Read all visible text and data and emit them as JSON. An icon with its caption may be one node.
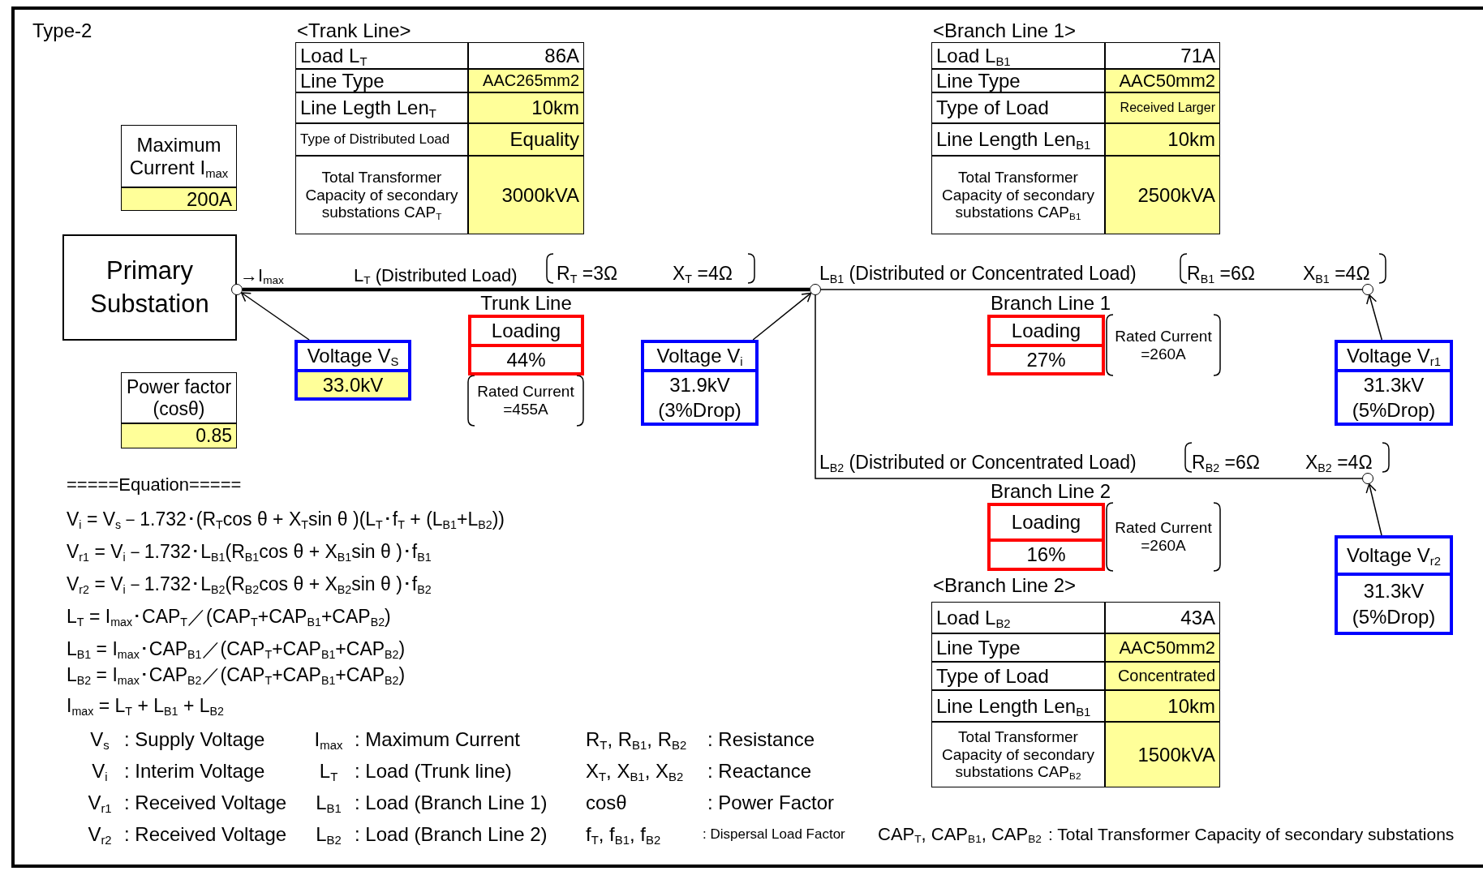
{
  "diagram": {
    "nodes": [
      {
        "text": [
          "Primary Substation"
        ]
      },
      {
        "text": [],
        "shape": "circle"
      },
      {
        "text": [],
        "shape": "circle"
      },
      {
        "text": [],
        "shape": "circle"
      },
      {
        "text": [],
        "shape": "circle"
      },
      {
        "text": [
          "Voltage V$_{S}$",
          "33.0kV"
        ]
      },
      {
        "text": [
          "Voltage V$_{i}$",
          "31.9kV (3%Drop)"
        ]
      },
      {
        "text": [
          "Voltage V$_{r1}$",
          "31.3kV (5%Drop)"
        ]
      },
      {
        "text": [
          "Voltage V$_{r2}$",
          "31.3kV (5%Drop)"
        ]
      },
      {
        "text": [
          "Loading",
          "44%"
        ]
      },
      {
        "text": [
          "Loading",
          "27%"
        ]
      },
      {
        "text": [
          "Loading",
          "16%"
        ]
      }
    ],
    "edges": [
      {
        "from": 1,
        "to": 2,
        "arrow": "none",
        "style": "thick"
      },
      {
        "from": 2,
        "to": 3,
        "arrow": "none"
      },
      {
        "from": 2,
        "to": 4,
        "arrow": "none"
      },
      {
        "from": 5,
        "to": 1,
        "arrow": "to"
      },
      {
        "from": 6,
        "to": 2,
        "arrow": "to"
      },
      {
        "from": 7,
        "to": 3,
        "arrow": "to"
      },
      {
        "from": 8,
        "to": 4,
        "arrow": "to"
      }
    ],
    "labels": [
      "Type-2",
      "<Trank Line>",
      "Load L$_{T}$",
      "86A",
      "Line Type",
      "AAC265mm2",
      "Line Legth Len$_{T}$",
      "10km",
      "Type of Distributed Load",
      "Equality",
      "Total Transformer Capacity of secondary substations CAP$_{T}$",
      "3000kVA",
      "<Branch Line 1>",
      "Load L$_{B1}$",
      "71A",
      "Line Type",
      "AAC50mm2",
      "Type of Load",
      "Received Larger",
      "Line Length Len$_{B1}$",
      "10km",
      "Total Transformer Capacity of secondary substations CAP$_{B1}$",
      "2500kVA",
      "Maximum Current I$_{max}$",
      "200A",
      "→I$_{max}$",
      "L$_{T}$ (Distributed Load)",
      "R$_{T}$ =3Ω",
      "X$_{T}$ =4Ω",
      "L$_{B1}$ (Distributed or Concentrated Load)",
      "R$_{B1}$ =6Ω",
      "X$_{B1}$ =4Ω",
      "Trunk Line",
      "Branch Line 1",
      "Rated Current =260A",
      "Rated Current =455A",
      "Power factor (cosθ)",
      "0.85",
      "L$_{B2}$ (Distributed or Concentrated Load)",
      "R$_{B2}$ =6Ω",
      "X$_{B2}$ =4Ω",
      "Branch Line 2",
      "Rated Current =260A",
      "<Branch Line 2>",
      "Load L$_{B2}$",
      "43A",
      "Line Type",
      "AAC50mm2",
      "Type of Load",
      "Concentrated",
      "Line Length Len$_{B1}$",
      "10km",
      "Total Transformer Capacity of secondary substations CAP$_{B2}$",
      "1500kVA",
      "=====Equation=====",
      "V$_{i}$ = V$_{s}$－1.732･(R$_{T}$cos θ  + X$_{T}$sin θ )(L$_{T}$･f$_{T}$ + (L$_{B1}$+L$_{B2}$))",
      "V$_{r1}$ = V$_{i}$－1.732･L$_{B1}$(R$_{B1}$cos θ  + X$_{B1}$sin θ )･f$_{B1}$",
      "V$_{r2}$ = V$_{i}$－1.732･L$_{B2}$(R$_{B2}$cos θ  + X$_{B2}$sin θ )･f$_{B2}$",
      "L$_{T}$ = I$_{max}$･CAP$_{T}$／(CAP$_{T}$+CAP$_{B1}$+CAP$_{B2}$)",
      "L$_{B1}$ = I$_{max}$･CAP$_{B1}$／(CAP$_{T}$+CAP$_{B1}$+CAP$_{B2}$)",
      "L$_{B2}$ = I$_{max}$･CAP$_{B2}$／(CAP$_{T}$+CAP$_{B1}$+CAP$_{B2}$)",
      "I$_{max}$ = L$_{T}$ + L$_{B1}$ + L$_{B2}$",
      "V$_{s}$",
      ": Supply Voltage",
      "I$_{max}$",
      ": Maximum Current",
      "R$_{T}$, R$_{B1}$, R$_{B2}$",
      ": Resistance",
      "V$_{i}$",
      ": Interim Voltage",
      "L$_{T}$",
      ": Load (Trunk line)",
      "X$_{T}$, X$_{B1}$, X$_{B2}$",
      ": Reactance",
      "V$_{r1}$",
      ": Received Voltage",
      "L$_{B1}$",
      ": Load (Branch Line 1)",
      "cosθ",
      ": Power Factor",
      "V$_{r2}$",
      ": Received Voltage",
      "L$_{B2}$",
      ": Load (Branch Line 2)",
      "f$_{T}$, f$_{B1}$, f$_{B2}$",
      ": Dispersal Load Factor",
      "CAP$_{T}$, CAP$_{B1}$, CAP$_{B2}$",
      ": Total Transformer Capacity of secondary substations"
    ]
  }
}
